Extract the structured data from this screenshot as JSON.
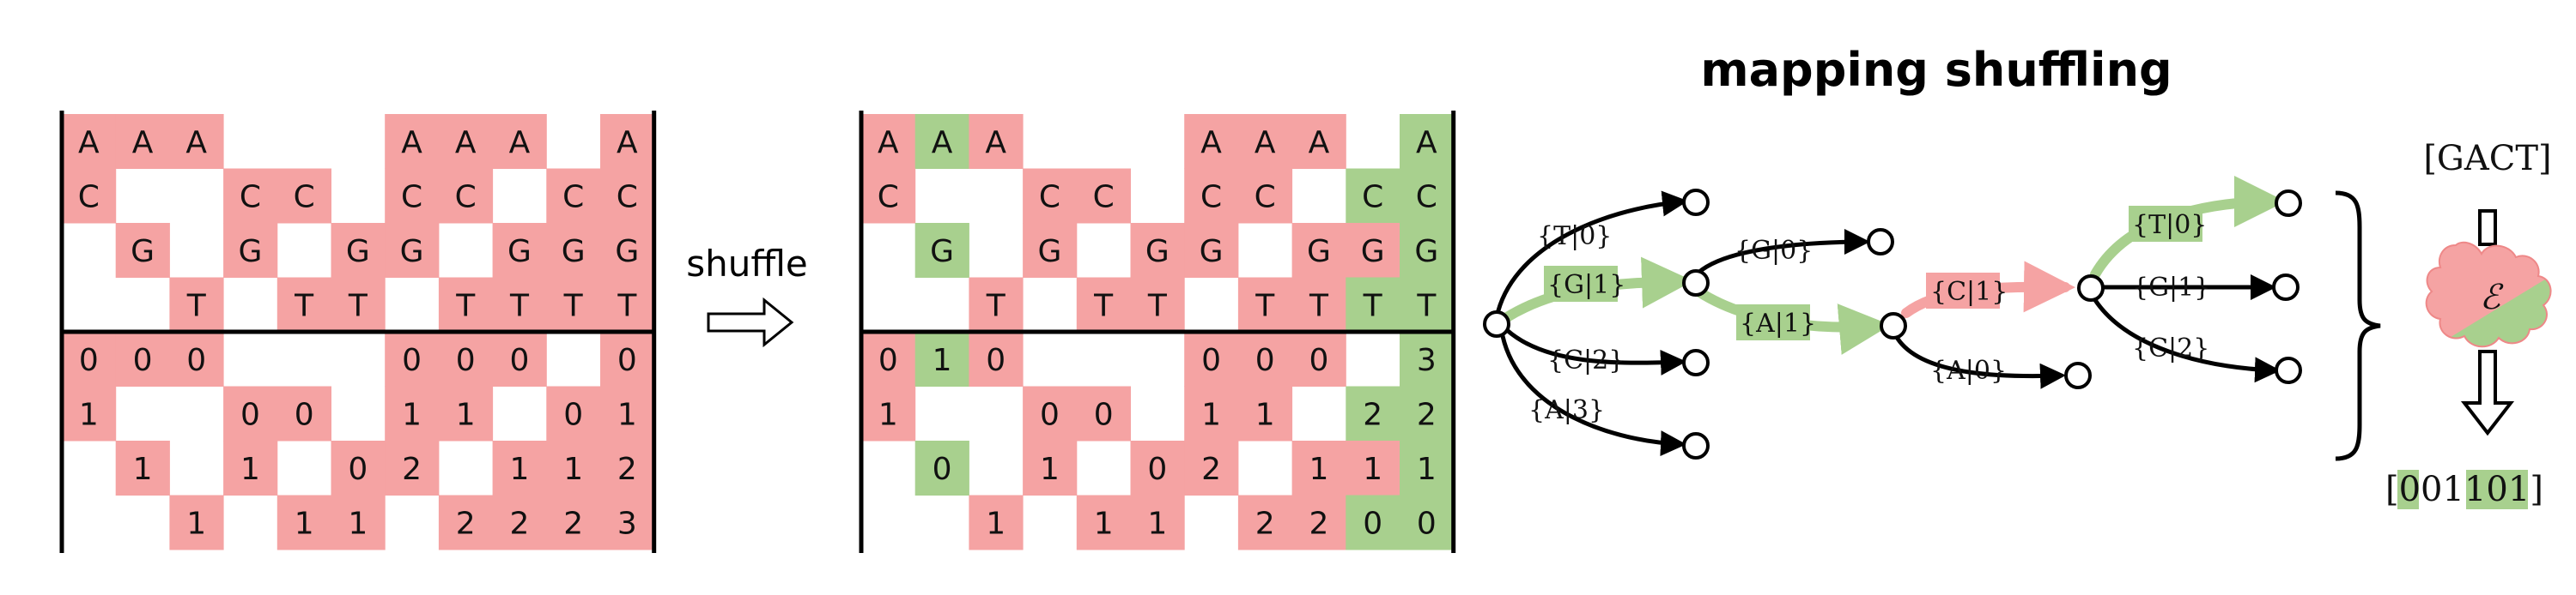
{
  "colors": {
    "red": "#f5a3a3",
    "green": "#a8d08e",
    "ink": "#000000"
  },
  "title": "mapping shuffling",
  "shuffle_label": "shuffle",
  "tables": {
    "left": {
      "base_rows": [
        [
          "A",
          "A",
          "A",
          "",
          "",
          "",
          "A",
          "A",
          "A",
          "",
          "A"
        ],
        [
          "C",
          "",
          "",
          "C",
          "C",
          "",
          "C",
          "C",
          "",
          "C",
          "C"
        ],
        [
          "",
          "G",
          "",
          "G",
          "",
          "G",
          "G",
          "",
          "G",
          "G",
          "G"
        ],
        [
          "",
          "",
          "T",
          "",
          "T",
          "T",
          "",
          "T",
          "T",
          "T",
          "T"
        ]
      ],
      "num_rows": [
        [
          "0",
          "0",
          "0",
          "",
          "",
          "",
          "0",
          "0",
          "0",
          "",
          "0"
        ],
        [
          "1",
          "",
          "",
          "0",
          "0",
          "",
          "1",
          "1",
          "",
          "0",
          "1"
        ],
        [
          "",
          "1",
          "",
          "1",
          "",
          "0",
          "2",
          "",
          "1",
          "1",
          "2"
        ],
        [
          "",
          "",
          "1",
          "",
          "1",
          "1",
          "",
          "2",
          "2",
          "2",
          "3"
        ]
      ],
      "base_fill": [
        [
          "r",
          "r",
          "r",
          "",
          "",
          "",
          "r",
          "r",
          "r",
          "",
          "r"
        ],
        [
          "r",
          "",
          "",
          "r",
          "r",
          "",
          "r",
          "r",
          "",
          "r",
          "r"
        ],
        [
          "",
          "r",
          "",
          "r",
          "",
          "r",
          "r",
          "",
          "r",
          "r",
          "r"
        ],
        [
          "",
          "",
          "r",
          "",
          "r",
          "r",
          "",
          "r",
          "r",
          "r",
          "r"
        ]
      ],
      "num_fill": [
        [
          "r",
          "r",
          "r",
          "",
          "",
          "",
          "r",
          "r",
          "r",
          "",
          "r"
        ],
        [
          "r",
          "",
          "",
          "r",
          "r",
          "",
          "r",
          "r",
          "",
          "r",
          "r"
        ],
        [
          "",
          "r",
          "",
          "r",
          "",
          "r",
          "r",
          "",
          "r",
          "r",
          "r"
        ],
        [
          "",
          "",
          "r",
          "",
          "r",
          "r",
          "",
          "r",
          "r",
          "r",
          "r"
        ]
      ]
    },
    "right": {
      "base_rows": [
        [
          "A",
          "A",
          "A",
          "",
          "",
          "",
          "A",
          "A",
          "A",
          "",
          "A"
        ],
        [
          "C",
          "",
          "",
          "C",
          "C",
          "",
          "C",
          "C",
          "",
          "C",
          "C"
        ],
        [
          "",
          "G",
          "",
          "G",
          "",
          "G",
          "G",
          "",
          "G",
          "G",
          "G"
        ],
        [
          "",
          "",
          "T",
          "",
          "T",
          "T",
          "",
          "T",
          "T",
          "T",
          "T"
        ]
      ],
      "num_rows": [
        [
          "0",
          "1",
          "0",
          "",
          "",
          "",
          "0",
          "0",
          "0",
          "",
          "3"
        ],
        [
          "1",
          "",
          "",
          "0",
          "0",
          "",
          "1",
          "1",
          "",
          "2",
          "2"
        ],
        [
          "",
          "0",
          "",
          "1",
          "",
          "0",
          "2",
          "",
          "1",
          "1",
          "1"
        ],
        [
          "",
          "",
          "1",
          "",
          "1",
          "1",
          "",
          "2",
          "2",
          "0",
          "0"
        ]
      ],
      "base_fill": [
        [
          "r",
          "g",
          "r",
          "",
          "",
          "",
          "r",
          "r",
          "r",
          "",
          "g"
        ],
        [
          "r",
          "",
          "",
          "r",
          "r",
          "",
          "r",
          "r",
          "",
          "g",
          "g"
        ],
        [
          "",
          "g",
          "",
          "r",
          "",
          "r",
          "r",
          "",
          "r",
          "r",
          "g"
        ],
        [
          "",
          "",
          "r",
          "",
          "r",
          "r",
          "",
          "r",
          "r",
          "g",
          "g"
        ]
      ],
      "num_fill": [
        [
          "r",
          "g",
          "r",
          "",
          "",
          "",
          "r",
          "r",
          "r",
          "",
          "g"
        ],
        [
          "r",
          "",
          "",
          "r",
          "r",
          "",
          "r",
          "r",
          "",
          "g",
          "g"
        ],
        [
          "",
          "g",
          "",
          "r",
          "",
          "r",
          "r",
          "",
          "r",
          "r",
          "g"
        ],
        [
          "",
          "",
          "r",
          "",
          "r",
          "r",
          "",
          "r",
          "r",
          "g",
          "g"
        ]
      ]
    }
  },
  "tree": {
    "labels": {
      "t0": "{T|0}",
      "g1": "{G|1}",
      "c2": "{C|2}",
      "a3": "{A|3}",
      "g0": "{G|0}",
      "a1": "{A|1}",
      "c1": "{C|1}",
      "a0": "{A|0}",
      "t0b": "{T|0}",
      "g1b": "{G|1}",
      "c2b": "{C|2}"
    }
  },
  "encoder": {
    "input": "[GACT]",
    "symbol": "ℰ",
    "output_prefix": "[",
    "output_a": "001",
    "output_b": "101",
    "output_suffix": "]"
  }
}
